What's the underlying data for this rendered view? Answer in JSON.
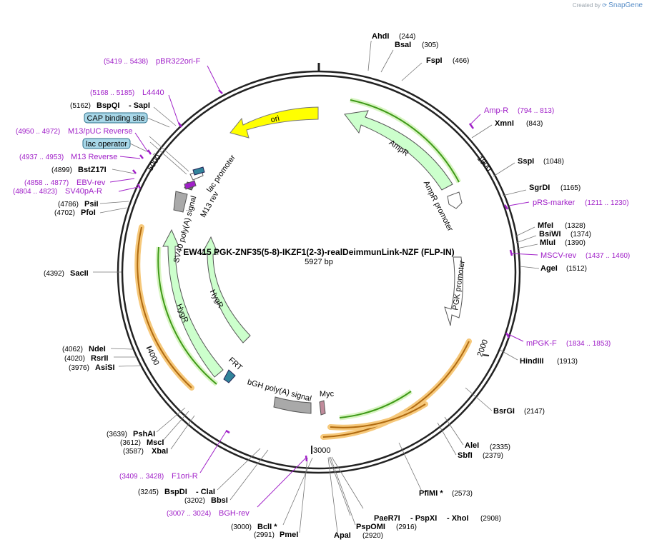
{
  "watermark": {
    "prefix": "Created by",
    "brand": "SnapGene"
  },
  "plasmid": {
    "name": "EW415 PGK-ZNF35(5-8)-IKZF1(2-3)-realDeimmunLink-NZF (FLP-IN)",
    "length_label": "5927 bp",
    "length": 5927
  },
  "ticks": [
    "1000",
    "2000",
    "3000",
    "4000",
    "5000"
  ],
  "enzymes": [
    {
      "name": "AhdI",
      "pos": "(244)"
    },
    {
      "name": "BsaI",
      "pos": "(305)"
    },
    {
      "name": "FspI",
      "pos": "(466)"
    },
    {
      "name": "XmnI",
      "pos": "(843)"
    },
    {
      "name": "SspI",
      "pos": "(1048)"
    },
    {
      "name": "SgrDI",
      "pos": "(1165)"
    },
    {
      "name": "MfeI",
      "pos": "(1328)"
    },
    {
      "name": "BsiWI",
      "pos": "(1374)"
    },
    {
      "name": "MluI",
      "pos": "(1390)"
    },
    {
      "name": "AgeI",
      "pos": "(1512)"
    },
    {
      "name": "HindIII",
      "pos": "(1913)"
    },
    {
      "name": "BsrGI",
      "pos": "(2147)"
    },
    {
      "name": "AleI",
      "pos": "(2335)"
    },
    {
      "name": "SbfI",
      "pos": "(2379)"
    },
    {
      "name": "PflMI *",
      "pos": "(2573)"
    },
    {
      "name": "PaeR7I",
      "pos": ""
    },
    {
      "name": "- PspXI",
      "pos": ""
    },
    {
      "name": "- XhoI",
      "pos": "(2908)"
    },
    {
      "name": "PspOMI",
      "pos": "(2916)"
    },
    {
      "name": "ApaI",
      "pos": "(2920)"
    },
    {
      "name": "BclI *",
      "pos": "(3000)"
    },
    {
      "name": "PmeI",
      "pos": "(2991)"
    },
    {
      "name": "BbsI",
      "pos": "(3202)"
    },
    {
      "name": "BspDI",
      "pos": "(3245)"
    },
    {
      "name": "- ClaI",
      "pos": ""
    },
    {
      "name": "XbaI",
      "pos": "(3587)"
    },
    {
      "name": "MscI",
      "pos": "(3612)"
    },
    {
      "name": "PshAI",
      "pos": "(3639)"
    },
    {
      "name": "AsiSI",
      "pos": "(3976)"
    },
    {
      "name": "RsrII",
      "pos": "(4020)"
    },
    {
      "name": "NdeI",
      "pos": "(4062)"
    },
    {
      "name": "SacII",
      "pos": "(4392)"
    },
    {
      "name": "PfoI",
      "pos": "(4702)"
    },
    {
      "name": "PsiI",
      "pos": "(4786)"
    },
    {
      "name": "BstZ17I",
      "pos": "(4899)"
    },
    {
      "name": "BspQI",
      "pos": "(5162)"
    },
    {
      "name": "- SapI",
      "pos": ""
    }
  ],
  "primers": [
    {
      "name": "Amp-R",
      "range": "(794 .. 813)"
    },
    {
      "name": "pRS-marker",
      "range": "(1211 .. 1230)"
    },
    {
      "name": "MSCV-rev",
      "range": "(1437 .. 1460)"
    },
    {
      "name": "mPGK-F",
      "range": "(1834 .. 1853)"
    },
    {
      "name": "BGH-rev",
      "range": "(3007 .. 3024)"
    },
    {
      "name": "F1ori-R",
      "range": "(3409 .. 3428)"
    },
    {
      "name": "SV40pA-R",
      "range": "(4804 .. 4823)"
    },
    {
      "name": "EBV-rev",
      "range": "(4858 .. 4877)"
    },
    {
      "name": "M13 Reverse",
      "range": "(4937 .. 4953)"
    },
    {
      "name": "M13/pUC Reverse",
      "range": "(4950 .. 4972)"
    },
    {
      "name": "L4440",
      "range": "(5168 .. 5185)"
    },
    {
      "name": "pBR322ori-F",
      "range": "(5419 .. 5438)"
    }
  ],
  "boxed_features": [
    "CAP binding site",
    "lac operator"
  ],
  "features": [
    "ori",
    "AmpR",
    "AmpR promoter",
    "PGK promoter",
    "Myc",
    "bGH poly(A) signal",
    "FRT",
    "HygR",
    "HygR",
    "SV40 poly(A) signal",
    "M13 rev",
    "lac promoter"
  ],
  "colors": {
    "backbone": "#222222",
    "ori": "#ffff00",
    "resistance": "#ccffcc",
    "promoter": "#ffffff",
    "polyA": "#a9a9a9",
    "frt": "#31849b",
    "myc": "#c08b9b",
    "orf_outline": "#f6c87a",
    "orf_line": "#b06a10",
    "green_line": "#6fbf3c",
    "primer": "#a020c8"
  }
}
